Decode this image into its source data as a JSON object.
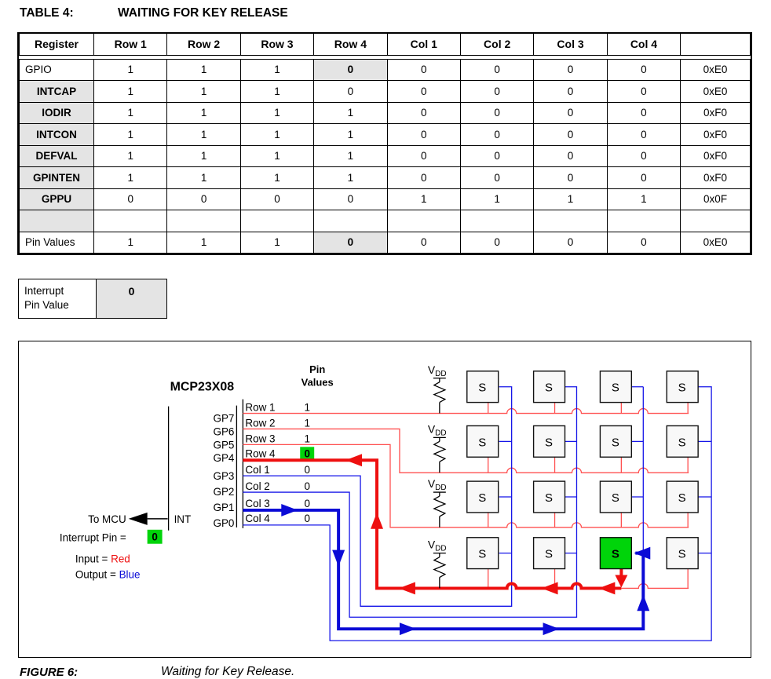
{
  "page": {
    "title_label": "TABLE 4:",
    "title": "WAITING FOR KEY RELEASE",
    "caption_label": "FIGURE 6:",
    "caption": "Waiting for Key Release."
  },
  "table": {
    "headers": [
      "Register",
      "Row 1",
      "Row 2",
      "Row 3",
      "Row 4",
      "Col 1",
      "Col 2",
      "Col 3",
      "Col 4",
      ""
    ],
    "rows": [
      {
        "name": "GPIO",
        "values": [
          "1",
          "1",
          "1",
          "0",
          "0",
          "0",
          "0",
          "0"
        ],
        "hex": "0xE0",
        "highlight_col": 3
      },
      {
        "name": "INTCAP",
        "values": [
          "1",
          "1",
          "1",
          "0",
          "0",
          "0",
          "0",
          "0"
        ],
        "hex": "0xE0",
        "highlight_col": -1
      },
      {
        "name": "IODIR",
        "values": [
          "1",
          "1",
          "1",
          "1",
          "0",
          "0",
          "0",
          "0"
        ],
        "hex": "0xF0",
        "highlight_col": -1
      },
      {
        "name": "INTCON",
        "values": [
          "1",
          "1",
          "1",
          "1",
          "0",
          "0",
          "0",
          "0"
        ],
        "hex": "0xF0",
        "highlight_col": -1
      },
      {
        "name": "DEFVAL",
        "values": [
          "1",
          "1",
          "1",
          "1",
          "0",
          "0",
          "0",
          "0"
        ],
        "hex": "0xF0",
        "highlight_col": -1
      },
      {
        "name": "GPINTEN",
        "values": [
          "1",
          "1",
          "1",
          "1",
          "0",
          "0",
          "0",
          "0"
        ],
        "hex": "0xF0",
        "highlight_col": -1
      },
      {
        "name": "GPPU",
        "values": [
          "0",
          "0",
          "0",
          "0",
          "1",
          "1",
          "1",
          "1"
        ],
        "hex": "0x0F",
        "highlight_col": -1
      },
      {
        "name": "",
        "values": [
          "",
          "",
          "",
          "",
          "",
          "",
          "",
          ""
        ],
        "hex": "",
        "highlight_col": -1
      },
      {
        "name": "Pin Values",
        "values": [
          "1",
          "1",
          "1",
          "0",
          "0",
          "0",
          "0",
          "0"
        ],
        "hex": "0xE0",
        "highlight_col": 3
      }
    ]
  },
  "interrupt_box": {
    "label_line1": "Interrupt",
    "label_line2": "Pin Value",
    "value": "0"
  },
  "figure": {
    "chip_label": "MCP23X08",
    "pin_values_header_line1": "Pin",
    "pin_values_header_line2": "Values",
    "gp_pins": [
      "GP7",
      "GP6",
      "GP5",
      "GP4",
      "GP3",
      "GP2",
      "GP1",
      "GP0"
    ],
    "int_label": "INT",
    "to_mcu": "To MCU",
    "interrupt_pin_label": "Interrupt Pin =",
    "interrupt_pin_value": "0",
    "legend": {
      "input_label": "Input = ",
      "input_value": "Red",
      "output_label": "Output = ",
      "output_value": "Blue"
    },
    "signals": [
      {
        "label": "Row 1",
        "value": "1"
      },
      {
        "label": "Row 2",
        "value": "1"
      },
      {
        "label": "Row 3",
        "value": "1"
      },
      {
        "label": "Row 4",
        "value": "0",
        "highlight": true
      },
      {
        "label": "Col 1",
        "value": "0"
      },
      {
        "label": "Col 2",
        "value": "0"
      },
      {
        "label": "Col 3",
        "value": "0"
      },
      {
        "label": "Col 4",
        "value": "0"
      }
    ],
    "vdd_main": "V",
    "vdd_sub": "DD",
    "switch_label": "S",
    "colors": {
      "input_red": "#ee0f0f",
      "output_blue": "#0b0bd6",
      "thin_red": "#ff5050",
      "thin_blue": "#1515e8",
      "pressed_key_green": "#00d40a",
      "highlight_gray": "#e4e4e4"
    }
  }
}
